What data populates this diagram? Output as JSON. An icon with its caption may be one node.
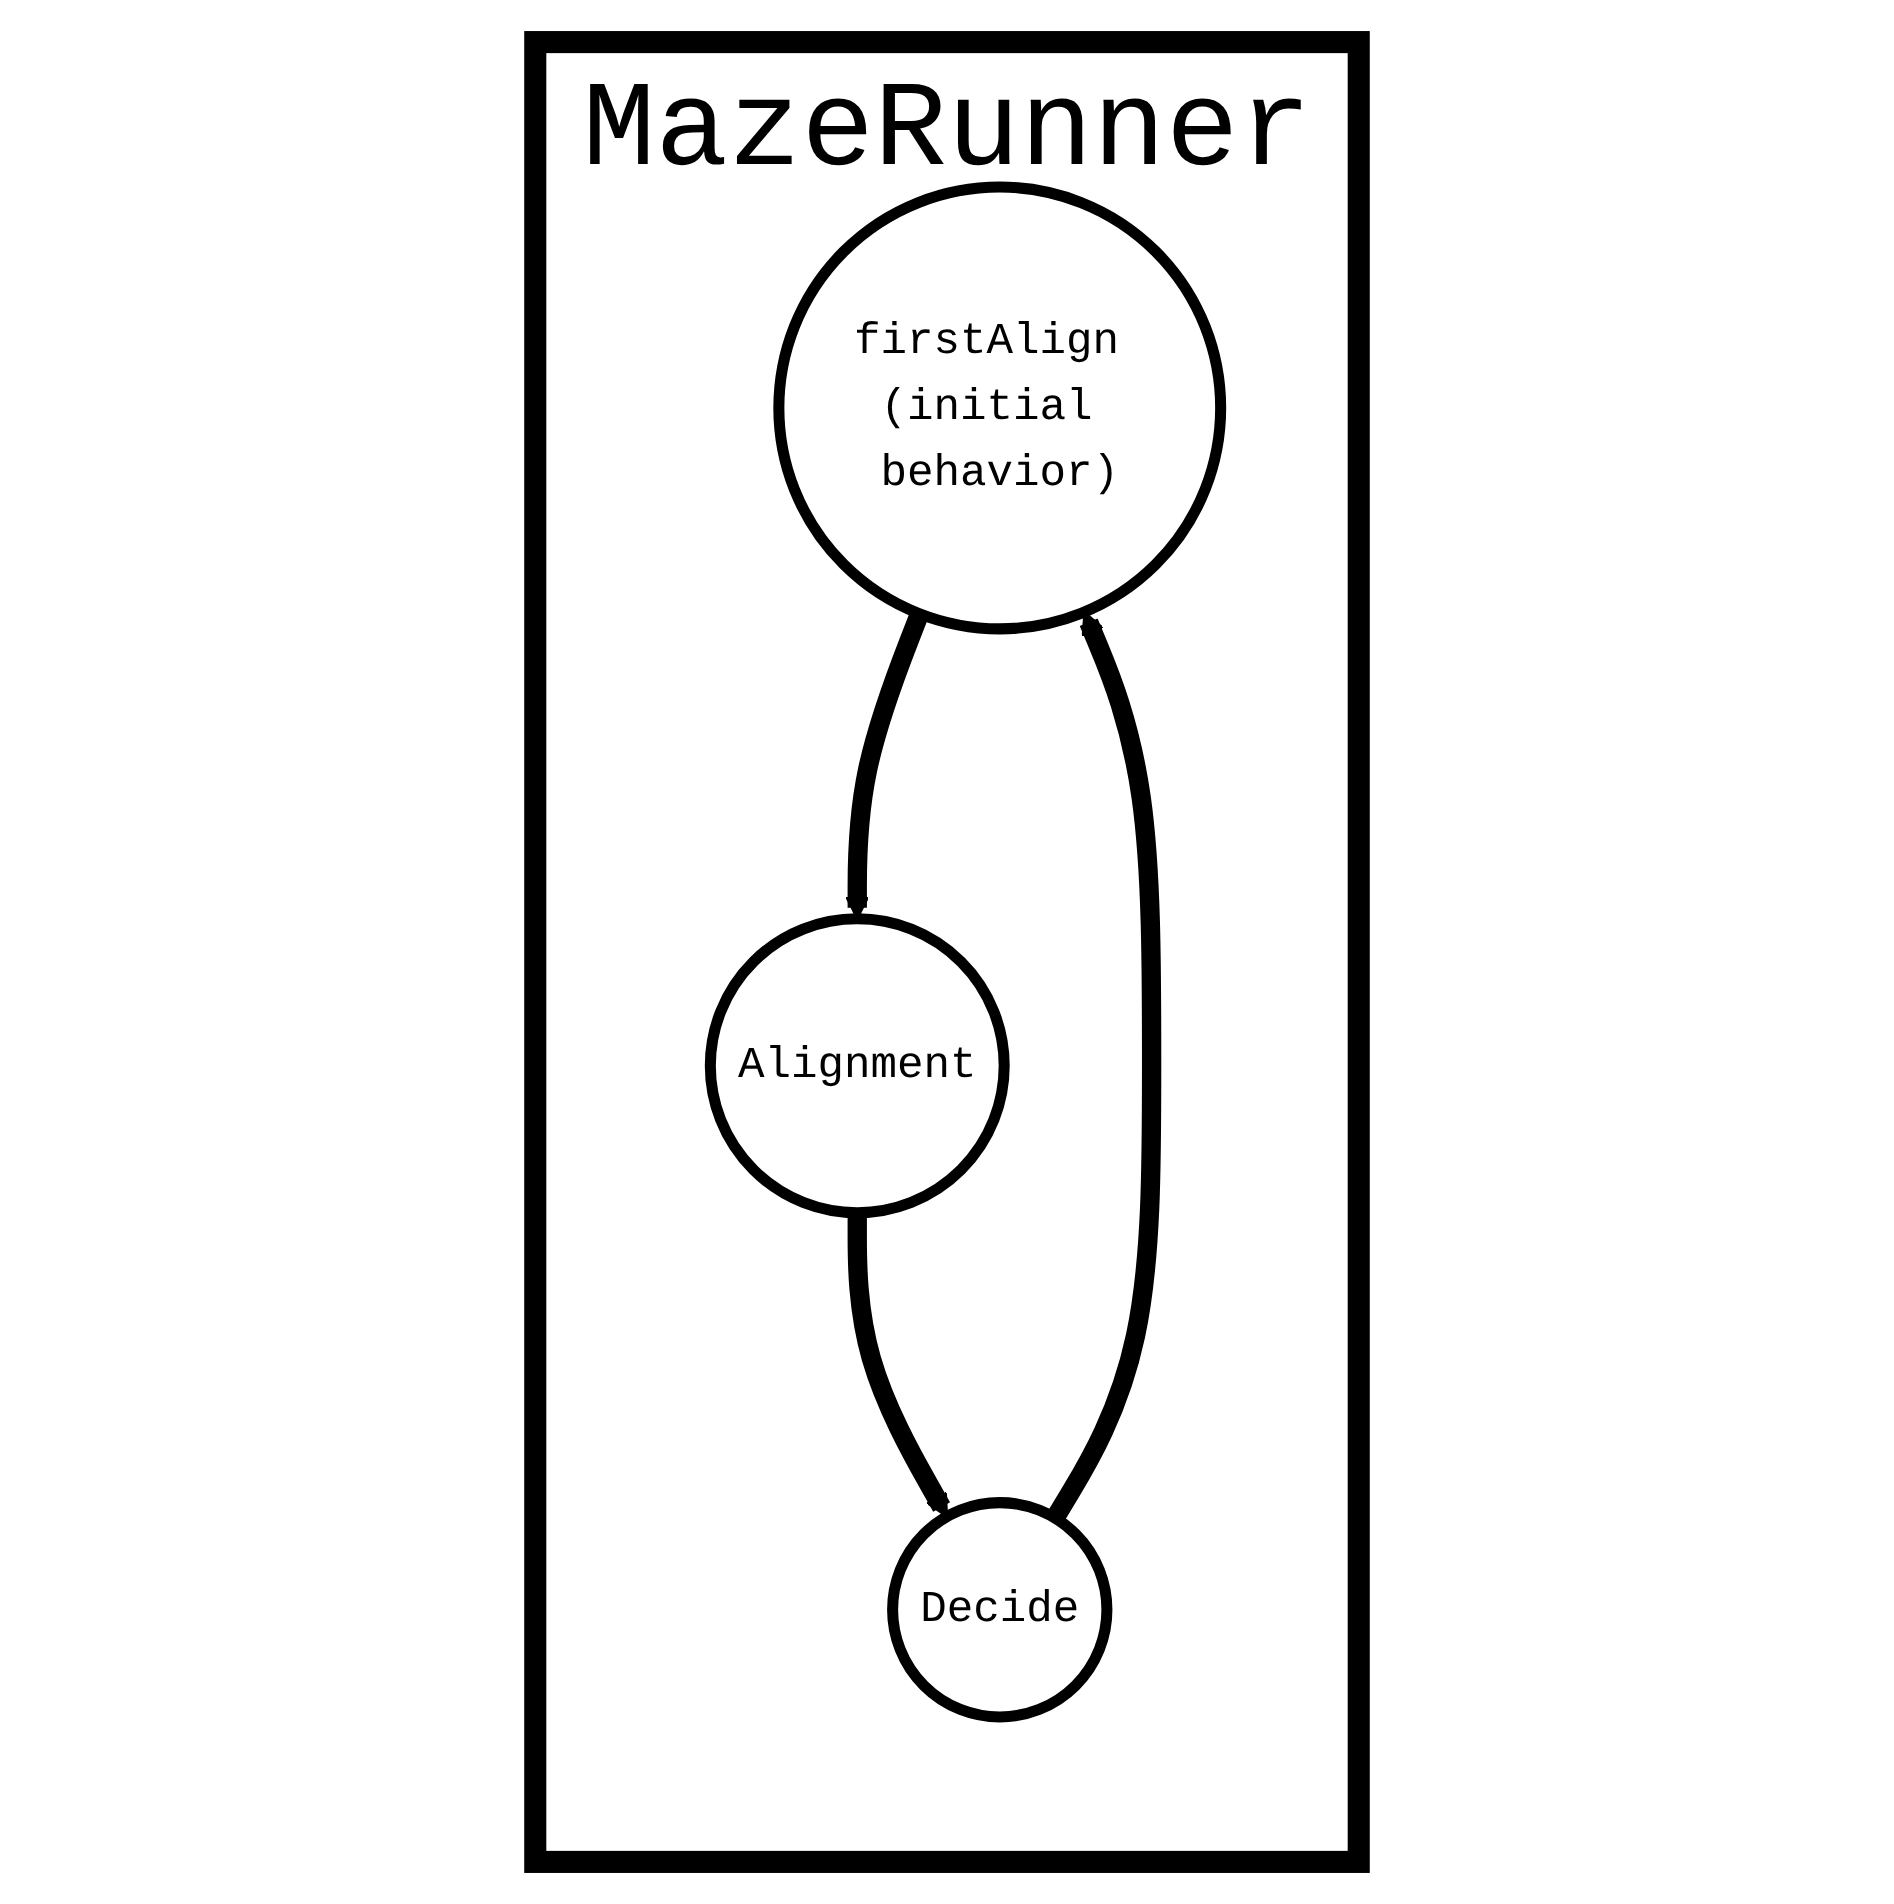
{
  "diagram": {
    "nodes": [
      {
        "text": [
          "MazeRunner"
        ]
      },
      {
        "text": [
          "firstAlign (initial behavior)"
        ],
        "in": 0
      },
      {
        "text": [
          "Decide"
        ],
        "in": 0
      },
      {
        "text": [
          "Alignment"
        ],
        "in": 0
      }
    ],
    "edges": [
      {
        "from": 2,
        "to": 1,
        "arrow": "to"
      },
      {
        "from": 1,
        "to": 3,
        "arrow": "to"
      },
      {
        "from": 3,
        "to": 2,
        "arrow": "to"
      }
    ]
  }
}
